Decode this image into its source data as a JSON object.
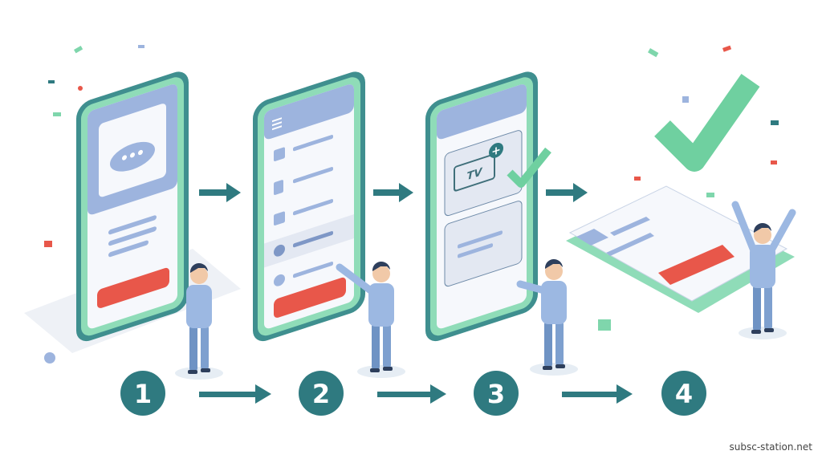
{
  "steps": [
    {
      "number": "1"
    },
    {
      "number": "2"
    },
    {
      "number": "3"
    },
    {
      "number": "4"
    }
  ],
  "tv_label": "TV",
  "tv_plus": "+",
  "watermark": "subsc-station.net",
  "colors": {
    "teal": "#2f7a80",
    "mint": "#7fd6ac",
    "screen_blue": "#9db4de",
    "red": "#e8574a",
    "shirt": "#9cb8e2"
  }
}
